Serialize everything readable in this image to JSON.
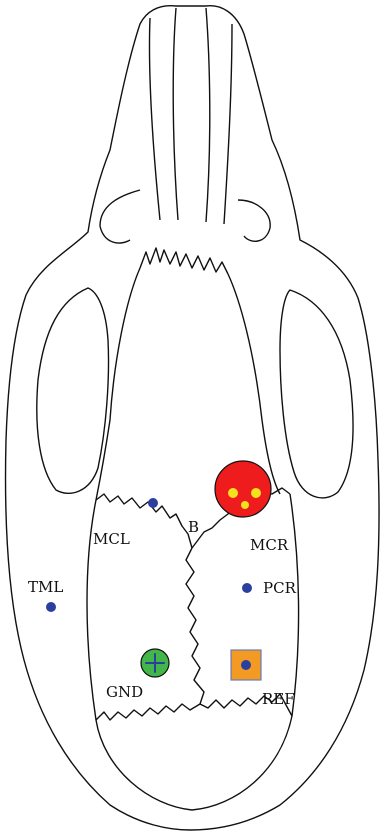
{
  "diagram": {
    "outline_color": "#111111",
    "background": "#ffffff"
  },
  "labels": {
    "mcl": "MCL",
    "b": "B",
    "mcr": "MCR",
    "tml": "TML",
    "pcr": "PCR",
    "gnd": "GND",
    "ref": "REF"
  },
  "markers": {
    "electrode_color": "#2a3f9e",
    "implant_fill": "#ee1c1c",
    "implant_dot_color": "#f4e21e",
    "gnd_fill": "#43b649",
    "gnd_icon": "crosshair-icon",
    "ref_fill": "#f39a24"
  }
}
